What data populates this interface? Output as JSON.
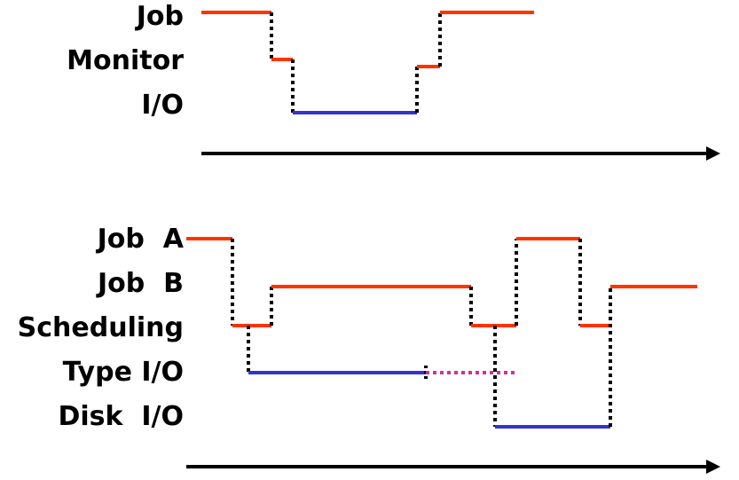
{
  "diagram1": {
    "labels": [
      "Job",
      "Monitor",
      "I/O"
    ]
  },
  "diagram2": {
    "labels": [
      "Job  A",
      "Job  B",
      "Scheduling",
      "Type I/O",
      "Disk  I/O"
    ]
  },
  "colors": {
    "cpu_segment": "#ff3300",
    "io_segment": "#3333cc",
    "wait_segment": "#cc3399",
    "transition": "#000000",
    "axis": "#000000"
  }
}
